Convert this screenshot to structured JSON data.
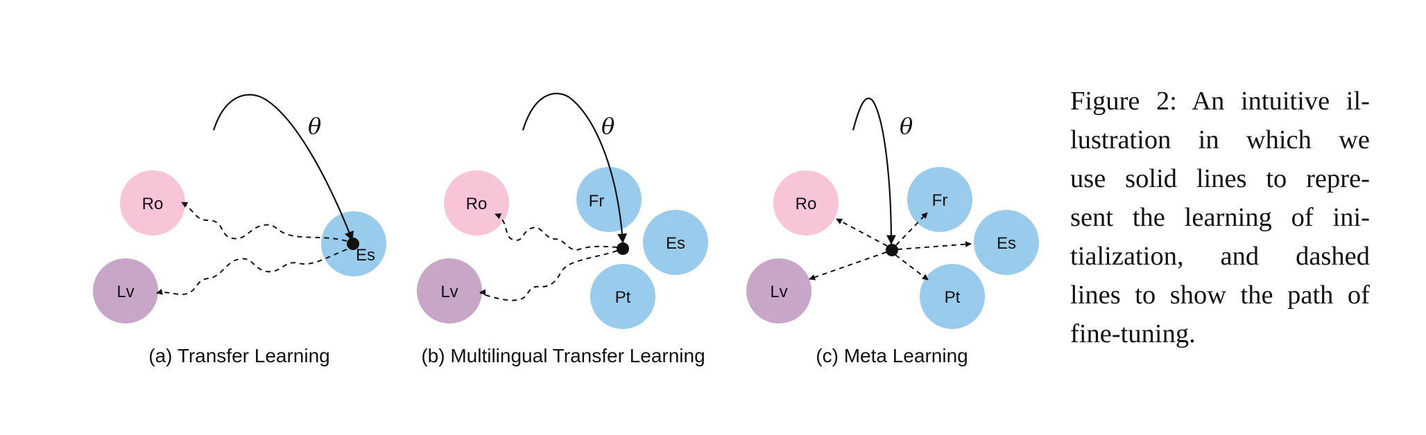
{
  "colors": {
    "romance_target": "#f8c4d7",
    "baltic_target": "#c8a6c8",
    "source": "#99ccec",
    "ink": "#111111"
  },
  "theta": "θ",
  "panels": [
    {
      "id": "a",
      "caption": "(a) Transfer Learning",
      "nodes": [
        {
          "id": "Ro",
          "label": "Ro",
          "role": "target-romance"
        },
        {
          "id": "Lv",
          "label": "Lv",
          "role": "target-baltic"
        },
        {
          "id": "Es",
          "label": "Es",
          "role": "source"
        }
      ]
    },
    {
      "id": "b",
      "caption": "(b) Multilingual Transfer Learning",
      "nodes": [
        {
          "id": "Ro",
          "label": "Ro",
          "role": "target-romance"
        },
        {
          "id": "Lv",
          "label": "Lv",
          "role": "target-baltic"
        },
        {
          "id": "Fr",
          "label": "Fr",
          "role": "source"
        },
        {
          "id": "Es",
          "label": "Es",
          "role": "source"
        },
        {
          "id": "Pt",
          "label": "Pt",
          "role": "source"
        }
      ]
    },
    {
      "id": "c",
      "caption": "(c) Meta Learning",
      "nodes": [
        {
          "id": "Ro",
          "label": "Ro",
          "role": "target-romance"
        },
        {
          "id": "Lv",
          "label": "Lv",
          "role": "target-baltic"
        },
        {
          "id": "Fr",
          "label": "Fr",
          "role": "source"
        },
        {
          "id": "Es",
          "label": "Es",
          "role": "source"
        },
        {
          "id": "Pt",
          "label": "Pt",
          "role": "source"
        }
      ]
    }
  ],
  "figure_caption": {
    "lines": [
      "Figure 2: An intuitive il-",
      "lustration in which we",
      "use solid lines to repre-",
      "sent the learning of ini-",
      "tialization, and dashed",
      "lines to show the path of",
      "fine-tuning."
    ]
  }
}
